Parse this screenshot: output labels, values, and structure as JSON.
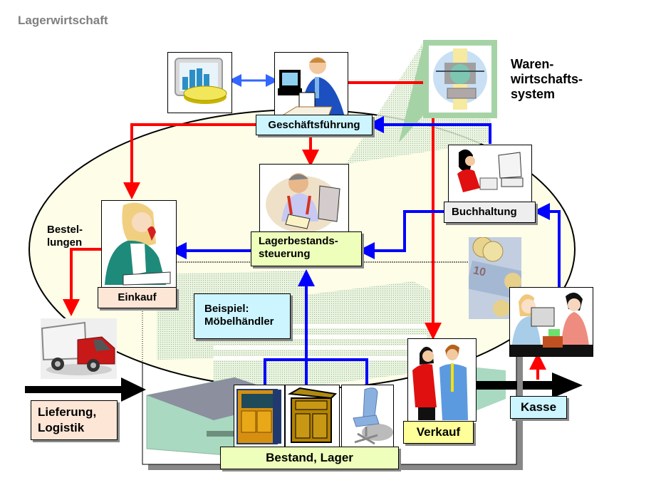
{
  "title": "Lagerwirtschaft",
  "colors": {
    "flow_red": "#ff0000",
    "flow_blue": "#0000ff",
    "ellipse_fill": "#fdfde8",
    "label_green": "#eeffbb",
    "label_cyan": "#ccf5ff",
    "label_peach": "#fde6d6",
    "label_yellow": "#ffff99",
    "label_gray": "#eeeeee"
  },
  "system": {
    "label_lines": [
      "Waren-",
      "wirtschafts-",
      "system"
    ]
  },
  "nodes": {
    "geschaeftsfuehrung": {
      "label": "Geschäftsführung",
      "icon": "executive-at-desk-icon"
    },
    "analytics": {
      "icon": "chart-database-icon"
    },
    "buchhaltung": {
      "label": "Buchhaltung",
      "icon": "accountant-computer-icon"
    },
    "lagerbestandssteuerung": {
      "label_lines": [
        "Lagerbestands-",
        "steuerung"
      ],
      "icon": "clerk-writing-icon"
    },
    "einkauf": {
      "label": "Einkauf",
      "icon": "buyer-on-phone-icon"
    },
    "bestellungen": {
      "label_lines": [
        "Bestel-",
        "lungen"
      ]
    },
    "lieferung": {
      "label_lines": [
        "Lieferung,",
        "Logistik"
      ],
      "icon": "delivery-truck-icon"
    },
    "beispiel": {
      "label_lines": [
        "Beispiel:",
        "Möbelhändler"
      ]
    },
    "bestand": {
      "label": "Bestand, Lager",
      "items": [
        "cabinet-icon",
        "dresser-icon",
        "office-chair-icon"
      ]
    },
    "verkauf": {
      "label": "Verkauf",
      "icon": "sales-people-icon"
    },
    "kasse": {
      "label": "Kasse",
      "icon": "cashier-counter-icon"
    },
    "money": {
      "icon": "euro-money-icon"
    }
  }
}
